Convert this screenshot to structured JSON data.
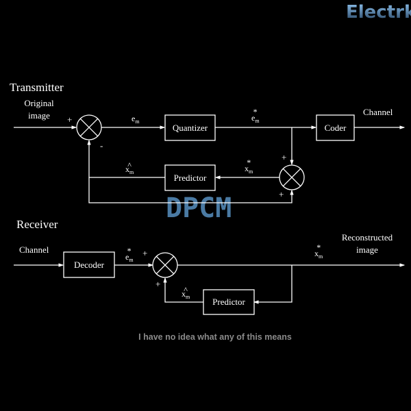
{
  "logo": {
    "text": "Electrk",
    "color_top": "#8fc4f0",
    "color_bottom": "#24405e"
  },
  "watermark": {
    "text": "DPCM",
    "color": "#4a7aa3"
  },
  "transmitter": {
    "title": "Transmitter",
    "input_label_1": "Original",
    "input_label_2": "image",
    "output_label": "Channel",
    "quantizer": "Quantizer",
    "coder": "Coder",
    "predictor": "Predictor",
    "sum1_plus": "+",
    "sum1_minus": "-",
    "sum2_plus_top": "+",
    "sum2_plus_bottom": "+",
    "e_m": {
      "base": "e",
      "sub": "m"
    },
    "e_m_star": {
      "base": "e",
      "sub": "m",
      "sup": "*"
    },
    "x_m_star": {
      "base": "x",
      "sub": "m",
      "sup": "*"
    },
    "x_m_hat": {
      "base": "x",
      "sub": "m",
      "sup": "^"
    }
  },
  "receiver": {
    "title": "Receiver",
    "input_label": "Channel",
    "output_label_1": "Reconstructed",
    "output_label_2": "image",
    "decoder": "Decoder",
    "predictor": "Predictor",
    "sum_plus_top": "+",
    "sum_plus_bottom": "+",
    "e_m_star": {
      "base": "e",
      "sub": "m",
      "sup": "*"
    },
    "x_m_star": {
      "base": "x",
      "sub": "m",
      "sup": "*"
    },
    "x_m_hat": {
      "base": "x",
      "sub": "m",
      "sup": "^"
    }
  },
  "caption": "I have no idea what any of this means"
}
